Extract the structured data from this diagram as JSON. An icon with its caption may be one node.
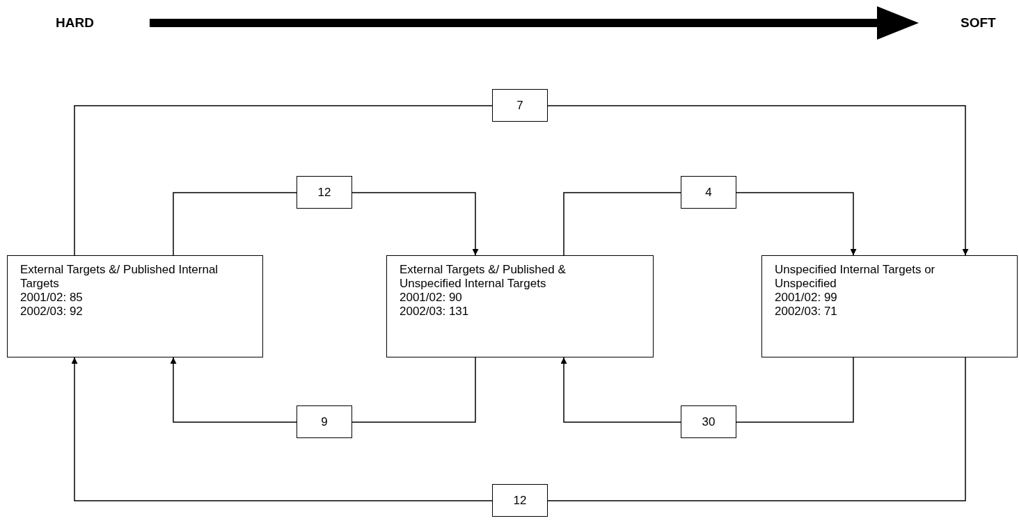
{
  "diagram": {
    "nodes": [
      {
        "text": [
          "External Targets &/ Published Internal Targets",
          "2001/02: 85",
          "2002/03: 92"
        ]
      },
      {
        "text": [
          "External Targets &/ Published & Unspecified Internal Targets",
          "2001/02: 90",
          "2002/03: 131"
        ]
      },
      {
        "text": [
          "Unspecified Internal Targets or Unspecified",
          "2001/02: 99",
          "2002/03: 71"
        ]
      }
    ],
    "edges": [
      {
        "from": 0,
        "to": 2,
        "arrow": "to",
        "label": "7"
      },
      {
        "from": 0,
        "to": 1,
        "arrow": "to",
        "label": "12"
      },
      {
        "from": 1,
        "to": 2,
        "arrow": "to",
        "label": "4"
      },
      {
        "from": 1,
        "to": 0,
        "arrow": "to",
        "label": "9"
      },
      {
        "from": 2,
        "to": 1,
        "arrow": "to",
        "label": "30"
      },
      {
        "from": 2,
        "to": 0,
        "arrow": "to",
        "label": "12"
      }
    ],
    "labels": [
      "HARD",
      "SOFT"
    ]
  }
}
